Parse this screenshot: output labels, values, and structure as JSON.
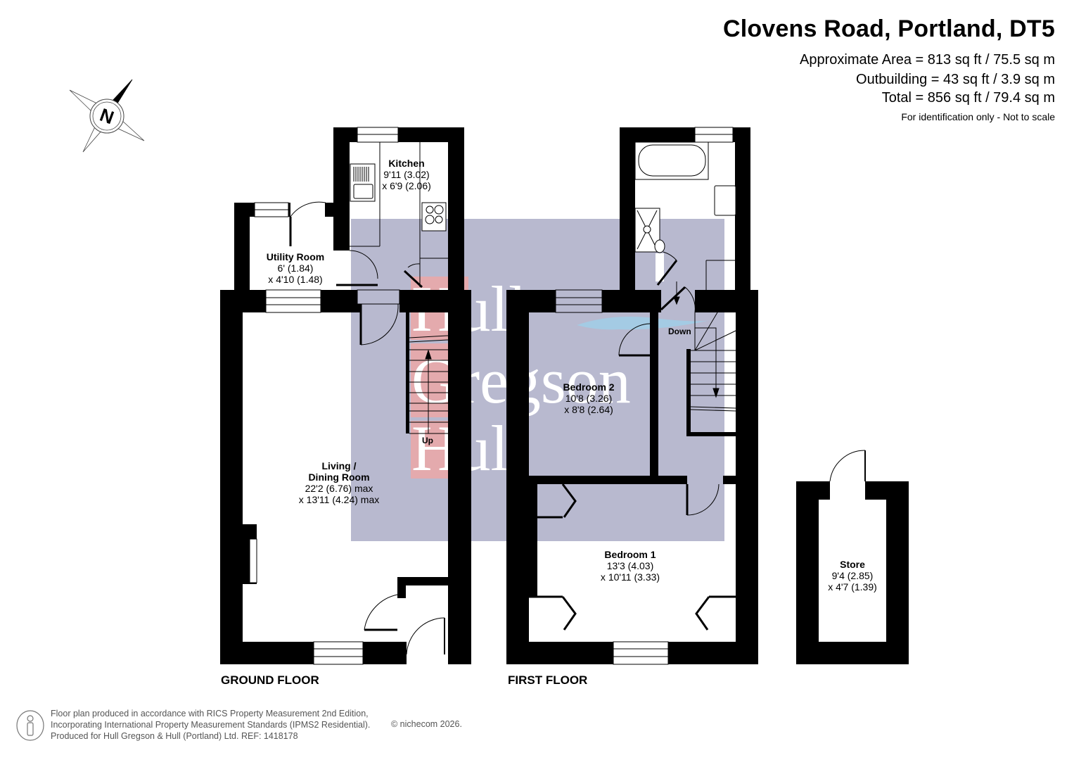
{
  "header": {
    "title": "Clovens Road, Portland, DT5",
    "areas": [
      "Approximate Area = 813 sq ft / 75.5 sq m",
      "Outbuilding = 43 sq ft / 3.9 sq m",
      "Total = 856 sq ft / 79.4 sq m"
    ],
    "note": "For identification only - Not to scale"
  },
  "compass": {
    "icon": "compass-north-icon",
    "label": "N"
  },
  "watermark": {
    "lines": [
      "Hull",
      "Gregson",
      "Hull"
    ],
    "overlay_color": "#b8b9cf",
    "letter_bg_color": "#e9a8a8"
  },
  "rooms": {
    "kitchen": {
      "name": "Kitchen",
      "dim1": "9'11 (3.02)",
      "dim2": "x 6'9 (2.06)"
    },
    "utility": {
      "name": "Utility Room",
      "dim1": "6' (1.84)",
      "dim2": "x 4'10 (1.48)"
    },
    "living": {
      "name1": "Living /",
      "name2": "Dining Room",
      "dim1": "22'2 (6.76) max",
      "dim2": "x 13'11 (4.24) max"
    },
    "bedroom2": {
      "name": "Bedroom 2",
      "dim1": "10'8 (3.26)",
      "dim2": "x 8'8 (2.64)"
    },
    "bedroom1": {
      "name": "Bedroom 1",
      "dim1": "13'3 (4.03)",
      "dim2": "x 10'11 (3.33)"
    },
    "store": {
      "name": "Store",
      "dim1": "9'4 (2.85)",
      "dim2": "x 4'7 (1.39)"
    }
  },
  "stairs": {
    "up_label": "Up",
    "down_label": "Down"
  },
  "floors": {
    "ground": "GROUND FLOOR",
    "first": "FIRST FLOOR"
  },
  "footer": {
    "lines": [
      "Floor plan produced in accordance with RICS Property Measurement 2nd Edition,",
      "Incorporating International Property Measurement Standards (IPMS2 Residential).",
      "Produced for Hull Gregson & Hull (Portland) Ltd.   REF: 1418178"
    ],
    "copyright": "© nichecom 2026."
  }
}
